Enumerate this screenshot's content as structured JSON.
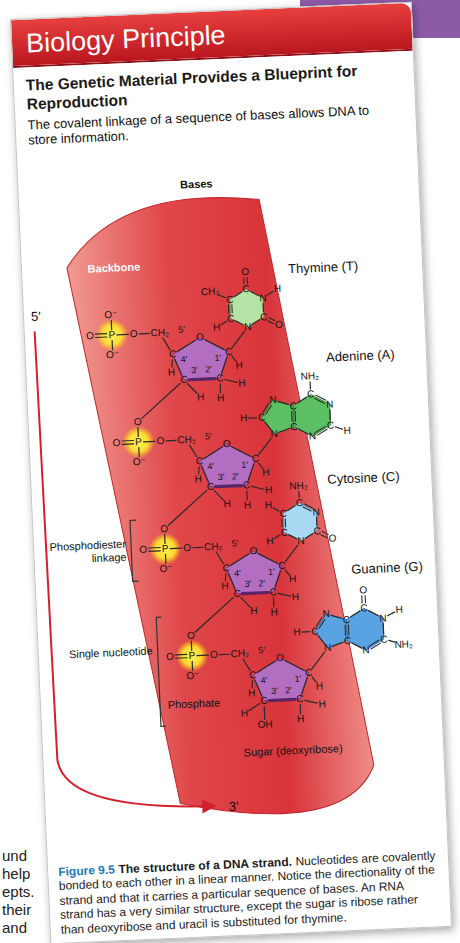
{
  "diagram": {
    "title": "The Genetic Material Provides a Blueprint for Reproduction",
    "caption": "Nucleotides are covalently bonded to each other in a linear manner. Notice the directionality of the strand and that it carries a particular sequence of bases. An RNA strand has a very similar structure, except the sugar is ribose rather than deoxyribose and uracil is substituted for thymine.",
    "nodes": [
      {
        "text": [
          "Biology Principle"
        ]
      }
    ],
    "labels": [
      "The covalent linkage of a sequence of bases allows DNA to store information.",
      "Backbone",
      "Bases",
      "Thymine (T)",
      "Adenine (A)",
      "Cytosine (C)",
      "Guanine (G)",
      "5′",
      "3′",
      "Phosphodiester linkage",
      "Single nucleotide",
      "Phosphate",
      "Sugar (deoxyribose)",
      "Figure 9.5",
      "The structure of a DNA strand.",
      "und",
      "help",
      "epts.",
      "their",
      "and",
      "O⁻",
      "O",
      "P",
      "O",
      "CH₂",
      "O⁻",
      "O",
      "C",
      "4′",
      "C",
      "1′",
      "C",
      "3′",
      "C",
      "2′",
      "5′",
      "H",
      "H",
      "H",
      "H",
      "H",
      "N",
      "C",
      "O",
      "N",
      "H",
      "C",
      "O",
      "C",
      "CH₃",
      "C",
      "H",
      "O",
      "O",
      "P",
      "O",
      "CH₂",
      "O⁻",
      "O",
      "C",
      "4′",
      "C",
      "1′",
      "C",
      "3′",
      "C",
      "2′",
      "5′",
      "H",
      "H",
      "H",
      "H",
      "H",
      "N",
      "C",
      "H",
      "N",
      "C",
      "C",
      "NH₂",
      "N",
      "C",
      "H",
      "N",
      "C",
      "O",
      "O",
      "P",
      "O",
      "CH₂",
      "O⁻",
      "O",
      "C",
      "4′",
      "C",
      "1′",
      "C",
      "3′",
      "C",
      "2′",
      "5′",
      "H",
      "H",
      "H",
      "H",
      "H",
      "N",
      "C",
      "O",
      "N",
      "C",
      "NH₂",
      "C",
      "H",
      "C",
      "H",
      "O",
      "O",
      "P",
      "O",
      "CH₂",
      "O⁻",
      "O",
      "C",
      "4′",
      "C",
      "1′",
      "C",
      "3′",
      "C",
      "2′",
      "5′",
      "H",
      "H",
      "H",
      "H",
      "H",
      "OH",
      "N",
      "C",
      "H",
      "N",
      "C",
      "C",
      "O",
      "N",
      "H",
      "C",
      "NH₂",
      "N",
      "C"
    ]
  }
}
